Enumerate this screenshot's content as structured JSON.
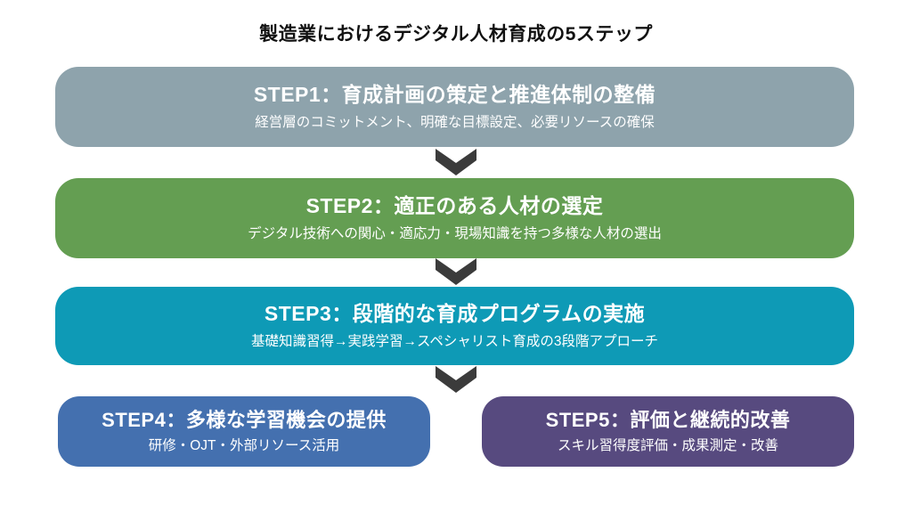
{
  "page": {
    "title": "製造業におけるデジタル人材育成の5ステップ"
  },
  "colors": {
    "background": "#ffffff",
    "title_text": "#111111",
    "box_text": "#ffffff",
    "arrow": "#3b3b3b",
    "step1": "#8ea3ac",
    "step2": "#649e52",
    "step3": "#0e9ab6",
    "step4": "#4470af",
    "step5": "#574a7f"
  },
  "steps": [
    {
      "id": "step1",
      "title": "STEP1：育成計画の策定と推進体制の整備",
      "subtitle": "経営層のコミットメント、明確な目標設定、必要リソースの確保",
      "color": "#8ea3ac"
    },
    {
      "id": "step2",
      "title": "STEP2：適正のある人材の選定",
      "subtitle": "デジタル技術への関心・適応力・現場知識を持つ多様な人材の選出",
      "color": "#649e52"
    },
    {
      "id": "step3",
      "title": "STEP3：段階的な育成プログラムの実施",
      "subtitle": "基礎知識習得→実践学習→スペシャリスト育成の3段階アプローチ",
      "color": "#0e9ab6"
    },
    {
      "id": "step4",
      "title": "STEP4：多様な学習機会の提供",
      "subtitle": "研修・OJT・外部リソース活用",
      "color": "#4470af"
    },
    {
      "id": "step5",
      "title": "STEP5：評価と継続的改善",
      "subtitle": "スキル習得度評価・成果測定・改善",
      "color": "#574a7f"
    }
  ]
}
